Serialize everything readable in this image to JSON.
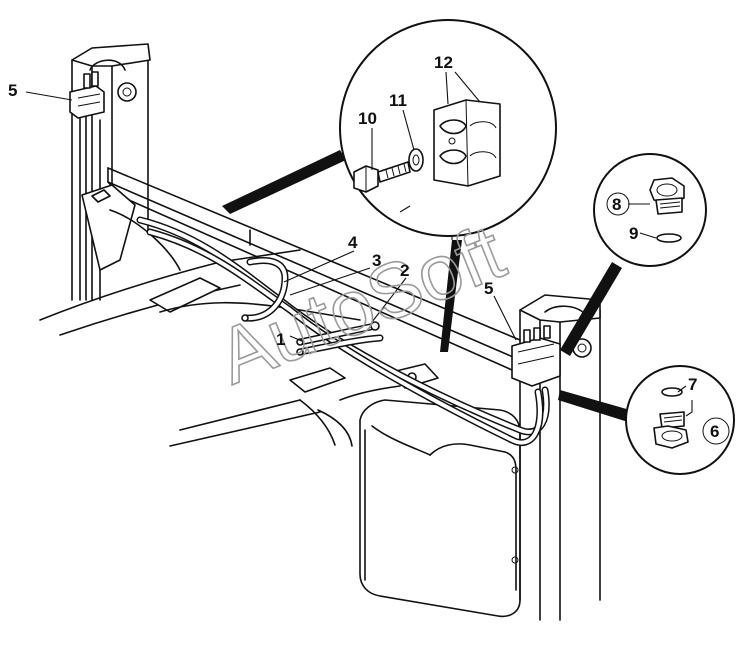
{
  "watermark": "AutoSoft",
  "callouts": {
    "c1": "1",
    "c2": "2",
    "c3": "3",
    "c4": "4",
    "c5_left": "5",
    "c5_right": "5",
    "c6": "6",
    "c7": "7",
    "c8": "8",
    "c9": "9",
    "c10": "10",
    "c11": "11",
    "c12": "12"
  }
}
